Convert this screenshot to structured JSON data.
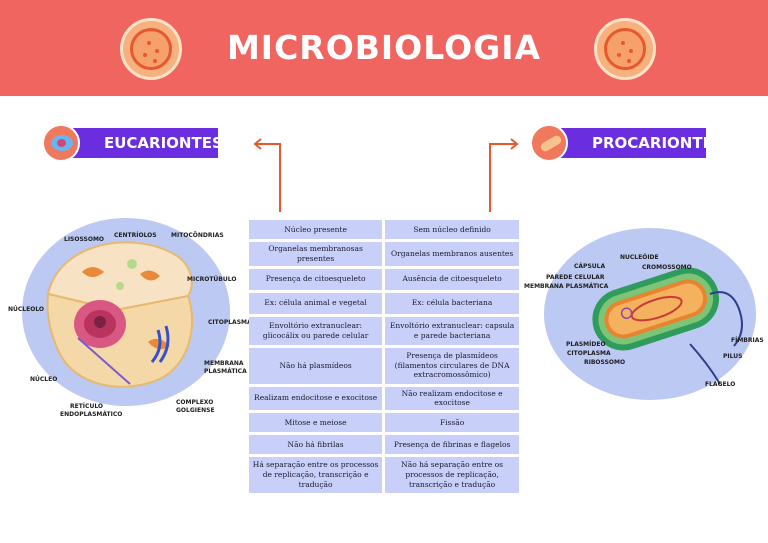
{
  "header": {
    "title": "MICROBIOLOGIA"
  },
  "sections": {
    "left": {
      "title": "EUCARIONTES"
    },
    "right": {
      "title": "PROCARIONTES"
    }
  },
  "eukaryote_labels": {
    "lisossomo": "LISOSSOMO",
    "centriolos": "CENTRÍOLOS",
    "mitocondrias": "MITOCÔNDRIAS",
    "microtubulo": "MICROTÚBULO",
    "nucleolo": "NÚCLEOLO",
    "citoplasma": "CITOPLASMA",
    "membrana_plasmatica_1": "MEMBRANA",
    "membrana_plasmatica_2": "PLASMÁTICA",
    "nucleo": "NÚCLEO",
    "reticulo_1": "RETÍCULO",
    "reticulo_2": "ENDOPLASMÁTICO",
    "complexo_1": "COMPLEXO",
    "complexo_2": "GOLGIENSE"
  },
  "prokaryote_labels": {
    "nucleoide": "NUCLEÓIDE",
    "capsula": "CÁPSULA",
    "cromossomo": "CROMOSSOMO",
    "parede_celular": "PAREDE CELULAR",
    "membrana_plasmatica": "MEMBRANA PLASMÁTICA",
    "plasmideo": "PLASMÍDEO",
    "citoplasma": "CITOPLASMA",
    "ribossomo": "RIBOSSOMO",
    "fimbrias": "FÍMBRIAS",
    "pilus": "PILUS",
    "flagelo": "FLAGELO"
  },
  "comparison": {
    "rows": [
      {
        "euk": "Núcleo presente",
        "prok": "Sem núcleo definido"
      },
      {
        "euk": "Organelas membranosas presentes",
        "prok": "Organelas membranos ausentes"
      },
      {
        "euk": "Presença de citoesqueleto",
        "prok": "Ausência de citoesqueleto"
      },
      {
        "euk": "Ex: célula animal e vegetal",
        "prok": "Ex: célula bacteriana"
      },
      {
        "euk": "Envoltório extranuclear: glicocálix ou parede celular",
        "prok": "Envoltório extranuclear: capsula e parede bacteriana"
      },
      {
        "euk": "Não há plasmídeos",
        "prok": "Presença de plasmídeos (filamentos circulares de DNA extracromossômico)"
      },
      {
        "euk": "Realizam endocitose e exocitose",
        "prok": "Não realizam endocitose e exocitose"
      },
      {
        "euk": "Mitose e meiose",
        "prok": "Fissão"
      },
      {
        "euk": "Não há fibrilas",
        "prok": "Presença de fibrinas e flagelos"
      },
      {
        "euk": "Há separação entre os processos de replicação, transcrição e tradução",
        "prok": "Não há separação entre os processos de replicação, transcrição e tradução"
      }
    ]
  },
  "colors": {
    "header": "#f0655f",
    "tag": "#6a2ee0",
    "cell_bg": "#c8cff8",
    "arrow": "#e8572e"
  }
}
